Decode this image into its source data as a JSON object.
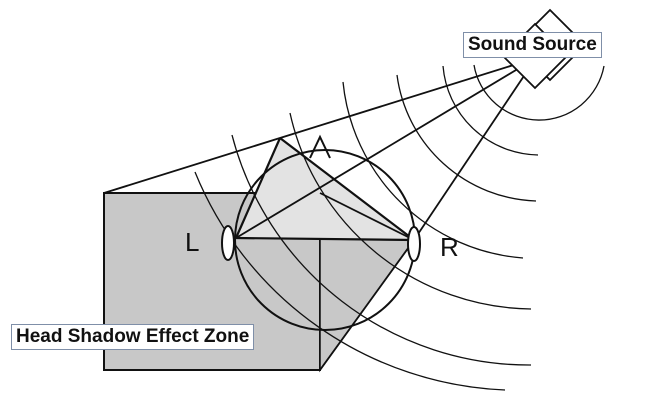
{
  "labels": {
    "sound_source": "Sound Source",
    "left_ear": "L",
    "right_ear": "R",
    "shadow_zone": "Head Shadow Effect Zone"
  },
  "colors": {
    "shadow_zone_fill": "#c8c8c8",
    "illuminated_fill": "#e3e3e3",
    "line": "#111111",
    "label_border": "#7f8fa8"
  },
  "elements": {
    "waves": "concentric-arcs",
    "head": "circle",
    "nose": "triangle",
    "source": "speaker-diamonds"
  }
}
